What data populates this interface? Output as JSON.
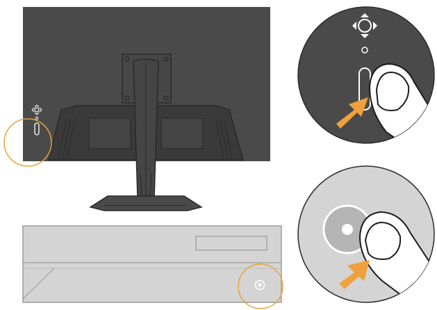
{
  "figure": {
    "panels": [
      {
        "name": "monitor-rear-and-pc-overview"
      },
      {
        "name": "monitor-power-button-closeup"
      },
      {
        "name": "pc-power-button-closeup"
      }
    ]
  },
  "colors": {
    "monitor_body": "#4a4a4a",
    "monitor_shadow": "#2a2a2a",
    "pc_case": "#d4d4d4",
    "pc_outline": "#9c9c9c",
    "highlight_ring": "#e8a33a",
    "press_arrow": "#f0a03c",
    "finger_fill": "#ffffff",
    "finger_stroke": "#1a1a1a"
  },
  "icons": [
    "joystick-icon",
    "power-led-icon",
    "power-button-icon",
    "finger-icon",
    "arrow-icon"
  ]
}
